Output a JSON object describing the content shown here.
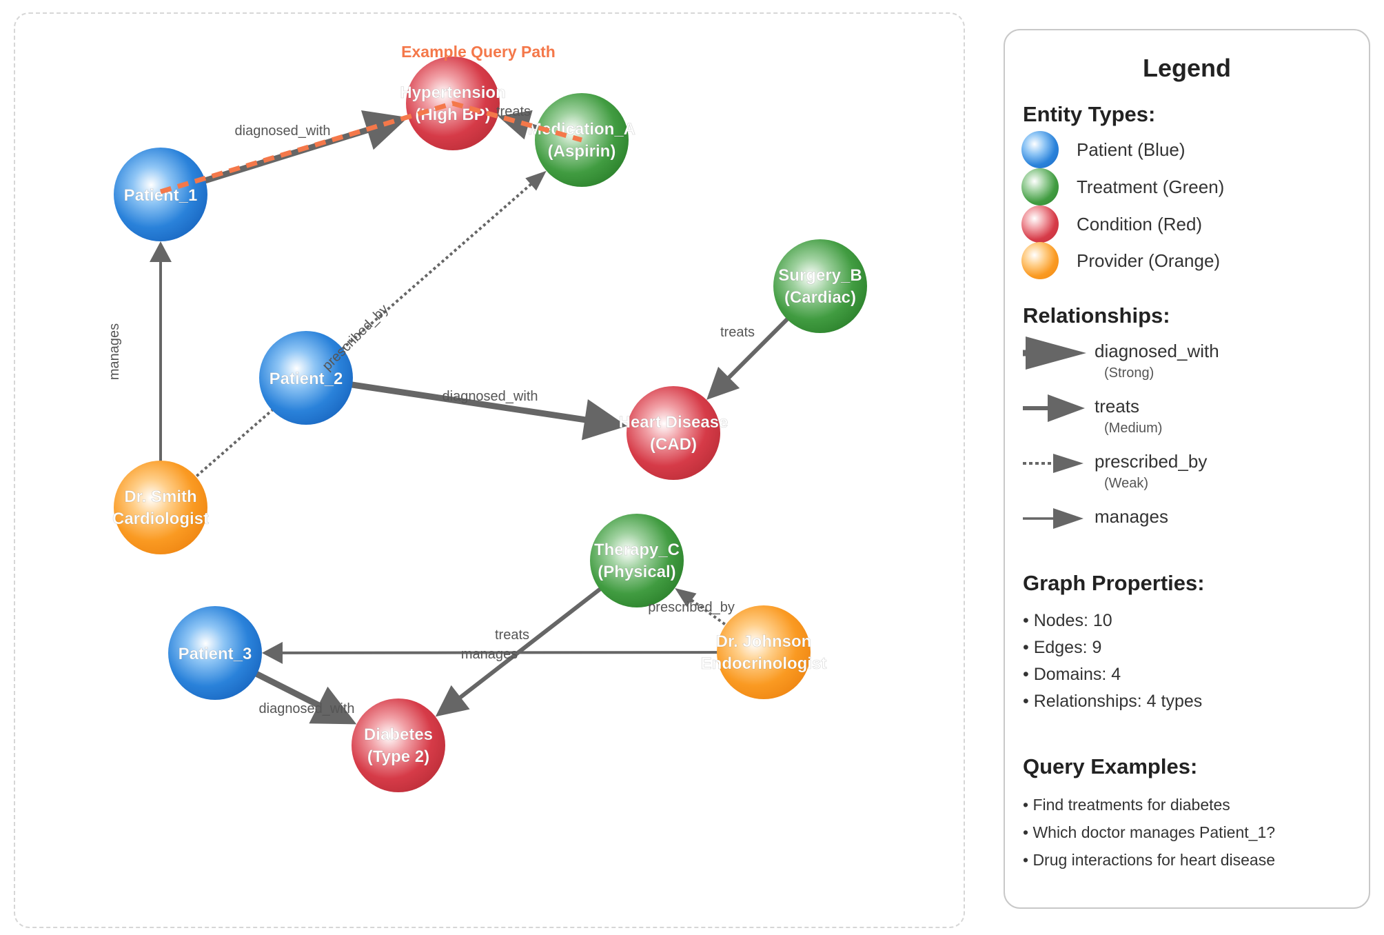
{
  "graph": {
    "query_path_label": "Example Query Path",
    "nodes": [
      {
        "id": "patient_1",
        "lines": [
          "Patient_1"
        ],
        "type": "patient"
      },
      {
        "id": "patient_2",
        "lines": [
          "Patient_2"
        ],
        "type": "patient"
      },
      {
        "id": "patient_3",
        "lines": [
          "Patient_3"
        ],
        "type": "patient"
      },
      {
        "id": "hypertension",
        "lines": [
          "Hypertension",
          "(High BP)"
        ],
        "type": "condition"
      },
      {
        "id": "heart_disease",
        "lines": [
          "Heart Disease",
          "(CAD)"
        ],
        "type": "condition"
      },
      {
        "id": "diabetes",
        "lines": [
          "Diabetes",
          "(Type 2)"
        ],
        "type": "condition"
      },
      {
        "id": "medication_a",
        "lines": [
          "Medication_A",
          "(Aspirin)"
        ],
        "type": "treatment"
      },
      {
        "id": "surgery_b",
        "lines": [
          "Surgery_B",
          "(Cardiac)"
        ],
        "type": "treatment"
      },
      {
        "id": "therapy_c",
        "lines": [
          "Therapy_C",
          "(Physical)"
        ],
        "type": "treatment"
      },
      {
        "id": "dr_smith",
        "lines": [
          "Dr. Smith",
          "Cardiologist"
        ],
        "type": "provider"
      },
      {
        "id": "dr_johnson",
        "lines": [
          "Dr. Johnson",
          "Endocrinologist"
        ],
        "type": "provider"
      }
    ],
    "edges": [
      {
        "from": "patient_1",
        "to": "hypertension",
        "label": "diagnosed_with",
        "kind": "diagnosed_with"
      },
      {
        "from": "medication_a",
        "to": "hypertension",
        "label": "treats",
        "kind": "treats"
      },
      {
        "from": "dr_smith",
        "to": "medication_a",
        "label": "prescribed_by",
        "kind": "prescribed_by"
      },
      {
        "from": "dr_smith",
        "to": "patient_1",
        "label": "manages",
        "kind": "manages"
      },
      {
        "from": "patient_2",
        "to": "heart_disease",
        "label": "diagnosed_with",
        "kind": "diagnosed_with"
      },
      {
        "from": "surgery_b",
        "to": "heart_disease",
        "label": "treats",
        "kind": "treats"
      },
      {
        "from": "patient_3",
        "to": "diabetes",
        "label": "diagnosed_with",
        "kind": "diagnosed_with"
      },
      {
        "from": "therapy_c",
        "to": "diabetes",
        "label": "treats",
        "kind": "treats"
      },
      {
        "from": "dr_johnson",
        "to": "therapy_c",
        "label": "prescribed_by",
        "kind": "prescribed_by"
      },
      {
        "from": "dr_johnson",
        "to": "patient_3",
        "label": "manages",
        "kind": "manages"
      }
    ],
    "query_path": [
      "patient_1",
      "hypertension",
      "medication_a"
    ],
    "colors": {
      "patient": "#2a82da",
      "treatment": "#419c41",
      "condition": "#d63b48",
      "provider": "#fa9a22",
      "edge": "#666666",
      "query_path": "#f4784a"
    }
  },
  "legend": {
    "title": "Legend",
    "entity_types_title": "Entity Types:",
    "entity_types": [
      {
        "label": "Patient (Blue)",
        "swatch": "blue"
      },
      {
        "label": "Treatment (Green)",
        "swatch": "green"
      },
      {
        "label": "Condition (Red)",
        "swatch": "red"
      },
      {
        "label": "Provider (Orange)",
        "swatch": "orange"
      }
    ],
    "relationships_title": "Relationships:",
    "relationships": [
      {
        "label": "diagnosed_with",
        "sub": "(Strong)",
        "style": "strong"
      },
      {
        "label": "treats",
        "sub": "(Medium)",
        "style": "medium"
      },
      {
        "label": "prescribed_by",
        "sub": "(Weak)",
        "style": "weak"
      },
      {
        "label": "manages",
        "sub": "",
        "style": "manages"
      }
    ],
    "graph_properties_title": "Graph Properties:",
    "graph_properties": [
      "• Nodes: 10",
      "• Edges: 9",
      "• Domains: 4",
      "• Relationships: 4 types"
    ],
    "query_examples_title": "Query Examples:",
    "query_examples": [
      "• Find treatments for diabetes",
      "• Which doctor manages Patient_1?",
      "• Drug interactions for heart disease"
    ]
  }
}
